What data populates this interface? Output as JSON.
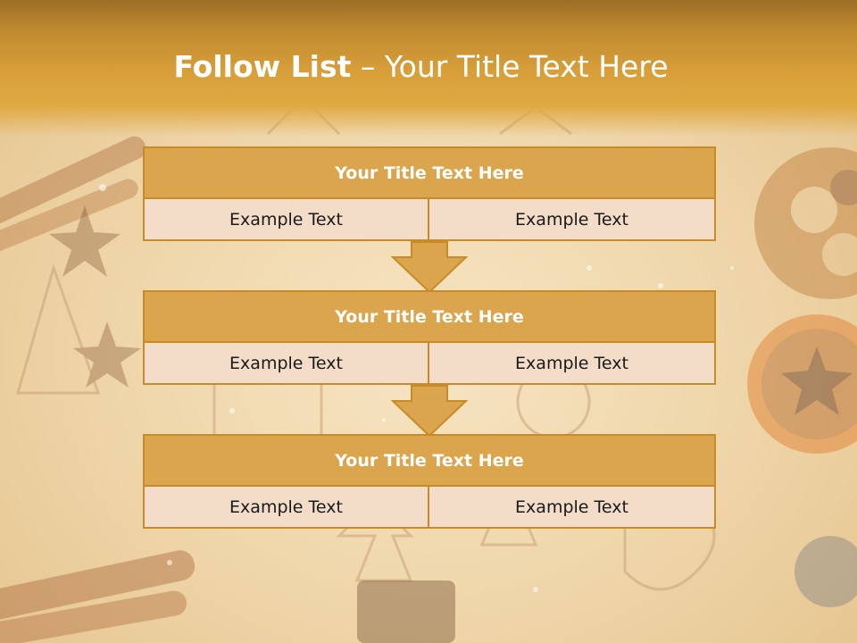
{
  "slide": {
    "title_bold": "Follow List",
    "title_dash": " – ",
    "title_rest": "Your Title Text Here"
  },
  "steps": [
    {
      "header": "Your Title Text Here",
      "cells": [
        "Example Text",
        "Example Text"
      ]
    },
    {
      "header": "Your Title Text Here",
      "cells": [
        "Example Text",
        "Example Text"
      ]
    },
    {
      "header": "Your Title Text Here",
      "cells": [
        "Example Text",
        "Example Text"
      ]
    }
  ],
  "colors": {
    "header_fill": "#dba54d",
    "cell_fill": "#f3dcc8",
    "border": "#c78b2a",
    "title_band": "#d9a03a"
  },
  "icons": {
    "connector": "down-arrow-icon"
  }
}
